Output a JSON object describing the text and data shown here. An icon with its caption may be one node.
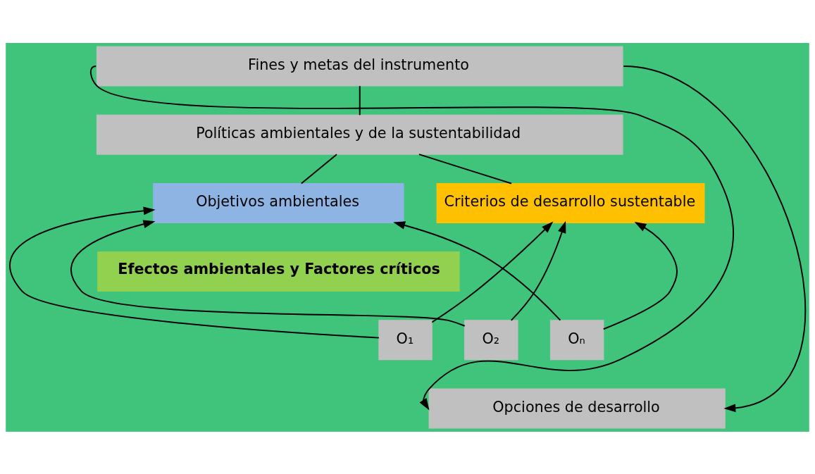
{
  "diagram": {
    "nodes": [
      {
        "text": [
          "Fines y metas del instrumento"
        ]
      },
      {
        "text": [
          "Políticas ambientales y de la sustentabilidad"
        ]
      },
      {
        "text": [
          "Objetivos ambientales"
        ]
      },
      {
        "text": [
          "Criterios de desarrollo sustentable"
        ]
      },
      {
        "text": [
          "Efectos ambientales y Factores críticos"
        ]
      },
      {
        "text": [
          "O₁"
        ]
      },
      {
        "text": [
          "O₂"
        ]
      },
      {
        "text": [
          "Oₙ"
        ]
      },
      {
        "text": [
          "Opciones de desarrollo"
        ]
      }
    ],
    "edges": [
      {
        "from": 0,
        "to": 1,
        "arrow": "none"
      },
      {
        "from": 1,
        "to": 2,
        "arrow": "none"
      },
      {
        "from": 1,
        "to": 3,
        "arrow": "none"
      },
      {
        "from": 5,
        "to": 2,
        "arrow": "to"
      },
      {
        "from": 5,
        "to": 3,
        "arrow": "to"
      },
      {
        "from": 6,
        "to": 2,
        "arrow": "to"
      },
      {
        "from": 6,
        "to": 3,
        "arrow": "to"
      },
      {
        "from": 7,
        "to": 2,
        "arrow": "to"
      },
      {
        "from": 7,
        "to": 3,
        "arrow": "to"
      },
      {
        "from": 0,
        "to": 8,
        "arrow": "to"
      },
      {
        "from": 0,
        "to": 8,
        "arrow": "to"
      }
    ]
  }
}
